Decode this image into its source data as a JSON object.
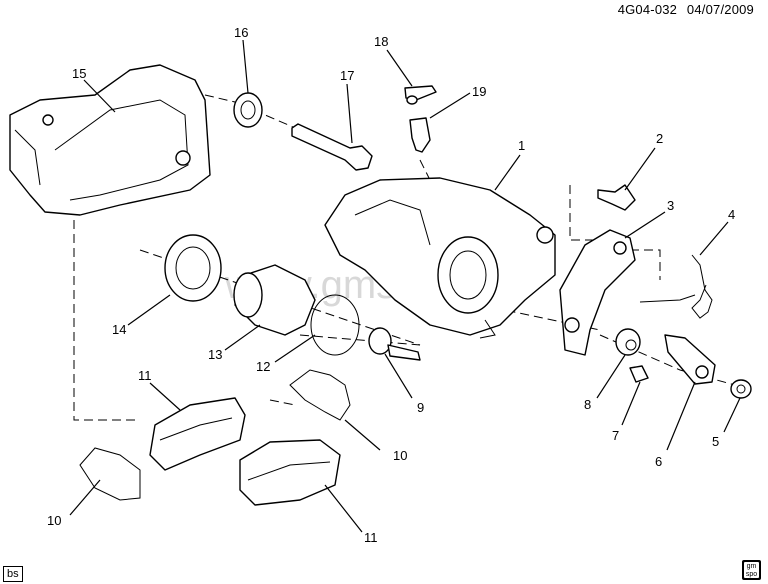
{
  "header": {
    "diagram_code": "4G04-032",
    "date": "04/07/2009"
  },
  "watermark": "www.gmsklad.ru",
  "badge": "bs",
  "logo": {
    "line1": "gm",
    "line2": "spo"
  },
  "callouts": {
    "c1": "1",
    "c2": "2",
    "c3": "3",
    "c4": "4",
    "c5": "5",
    "c6": "6",
    "c7": "7",
    "c8": "8",
    "c9": "9",
    "c10a": "10",
    "c10b": "10",
    "c11a": "11",
    "c11b": "11",
    "c12": "12",
    "c13": "13",
    "c14": "14",
    "c15": "15",
    "c16": "16",
    "c17": "17",
    "c18": "18",
    "c19": "19"
  }
}
